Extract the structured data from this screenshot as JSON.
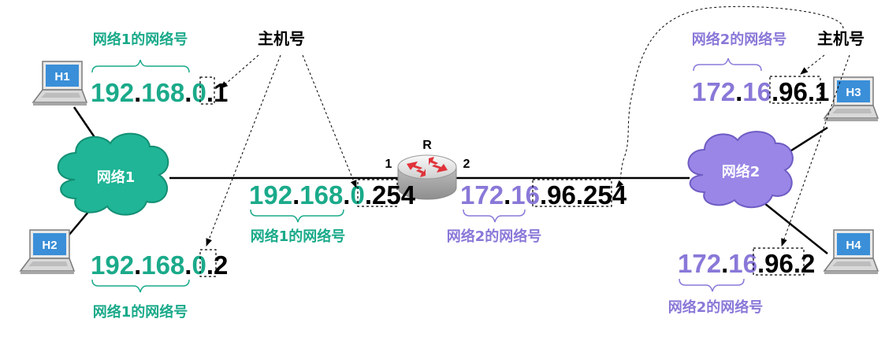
{
  "colors": {
    "net1": "#1aaa8a",
    "net2": "#8a78d8",
    "black": "#000000",
    "cloud1": "#1fb596",
    "cloud2": "#9a86e6",
    "laptop_screen": "#3a8fd8"
  },
  "labels": {
    "net1_number": "网络1的网络号",
    "net2_number": "网络2的网络号",
    "host_number": "主机号"
  },
  "networks": {
    "net1": "网络1",
    "net2": "网络2"
  },
  "router": {
    "name": "R",
    "port1": "1",
    "port2": "2"
  },
  "hosts": {
    "h1": "H1",
    "h2": "H2",
    "h3": "H3",
    "h4": "H4"
  },
  "addresses": {
    "h1": {
      "net": [
        "192",
        ".",
        "168",
        ".",
        "0",
        "."
      ],
      "host": "1"
    },
    "h2": {
      "net": [
        "192",
        ".",
        "168",
        ".",
        "0",
        "."
      ],
      "host": "2"
    },
    "r1": {
      "net": [
        "192",
        ".",
        "168",
        ".",
        "0",
        "."
      ],
      "host": "254"
    },
    "r2": {
      "net": [
        "172",
        ".",
        "16",
        "."
      ],
      "host": "96.254"
    },
    "h3": {
      "net": [
        "172",
        ".",
        "16",
        "."
      ],
      "host": "96.1"
    },
    "h4": {
      "net": [
        "172",
        ".",
        "16",
        "."
      ],
      "host": "96.2"
    }
  }
}
